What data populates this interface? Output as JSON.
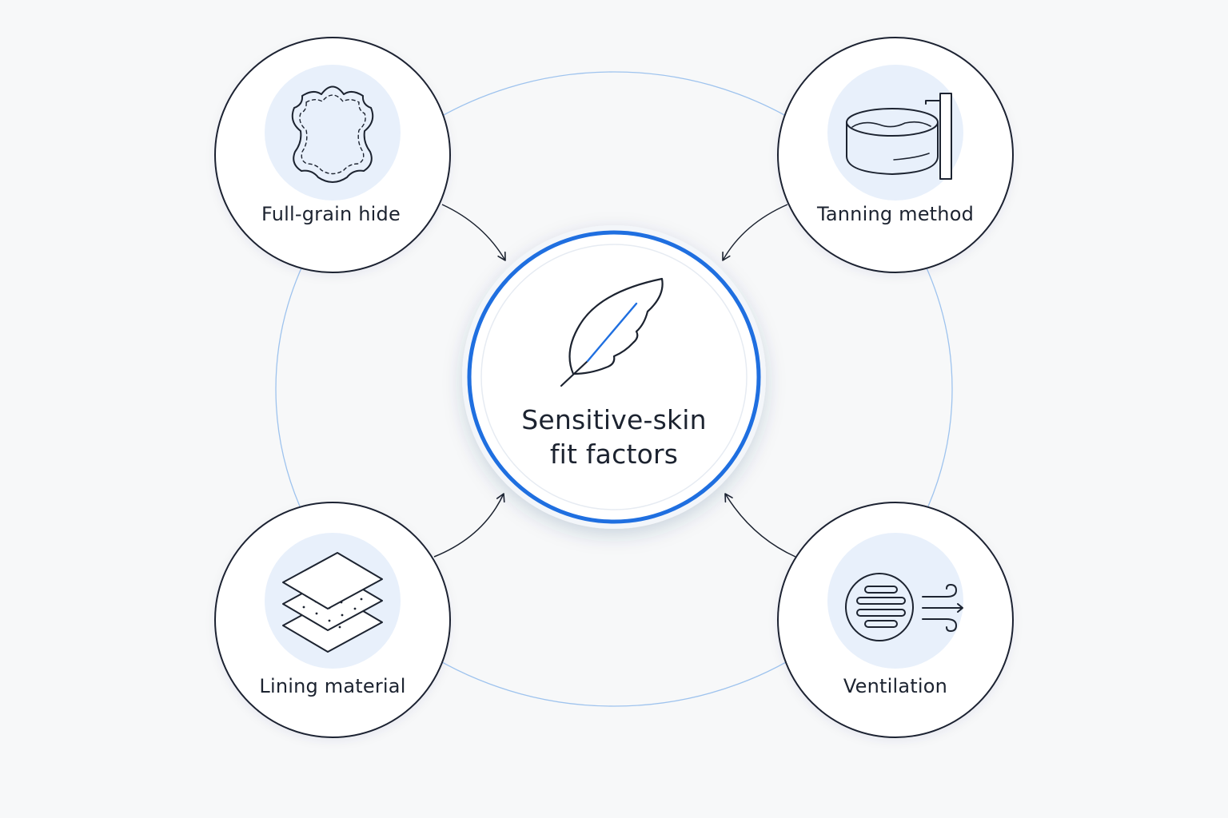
{
  "center": {
    "line1": "Sensitive-skin",
    "line2": "fit factors",
    "icon": "feather-icon"
  },
  "factors": [
    {
      "label": "Full-grain hide",
      "icon": "leather-hide-icon"
    },
    {
      "label": "Tanning method",
      "icon": "tanning-drum-icon"
    },
    {
      "label": "Lining material",
      "icon": "layers-icon"
    },
    {
      "label": "Ventilation",
      "icon": "airflow-vent-icon"
    }
  ],
  "colors": {
    "accent": "#1f6fe0",
    "ring": "#9ec3ee",
    "stroke": "#1c2330",
    "icon_bg": "#e8f0fb",
    "background": "#f7f8f9"
  }
}
